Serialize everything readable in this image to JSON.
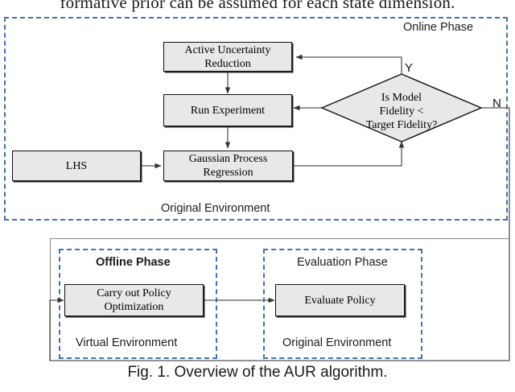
{
  "page": {
    "top_cut_text": "formative prior can be assumed for each state dimension.",
    "caption": "Fig. 1. Overview of the AUR algorithm."
  },
  "colors": {
    "dashed_border": "#4472a8",
    "node_fill": "#e8e8e8",
    "node_border": "#111111",
    "wire": "#555555",
    "text": "#000000"
  },
  "online_phase": {
    "title": "Online Phase",
    "environment_label": "Original Environment",
    "nodes": {
      "active_uncertainty_reduction": "Active Uncertainty Reduction",
      "run_experiment": "Run Experiment",
      "lhs": "LHS",
      "gaussian_process_regression": "Gaussian Process Regression"
    },
    "decision": {
      "line1": "Is Model",
      "line2": "Fidelity <",
      "line3": "Target Fidelity?",
      "yes_label": "Y",
      "no_label": "N"
    }
  },
  "offline_phase": {
    "title": "Offline Phase",
    "environment_label": "Virtual Environment",
    "nodes": {
      "carry_out_policy_optimization": "Carry out Policy Optimization"
    }
  },
  "evaluation_phase": {
    "title": "Evaluation Phase",
    "environment_label": "Original Environment",
    "nodes": {
      "evaluate_policy": "Evaluate Policy"
    }
  }
}
